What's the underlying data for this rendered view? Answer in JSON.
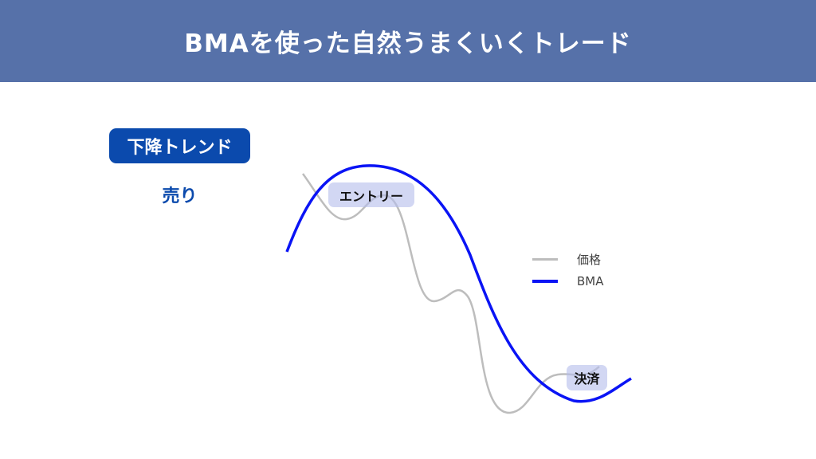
{
  "header": {
    "title": "BMAを使った自然うまくいくトレード"
  },
  "trend_badge": "下降トレンド",
  "action": "売り",
  "annotations": {
    "entry": "エントリー",
    "exit": "決済"
  },
  "legend": [
    {
      "label": "価格",
      "color": "#bdbdbd"
    },
    {
      "label": "BMA",
      "color": "#0a14f5"
    }
  ]
}
